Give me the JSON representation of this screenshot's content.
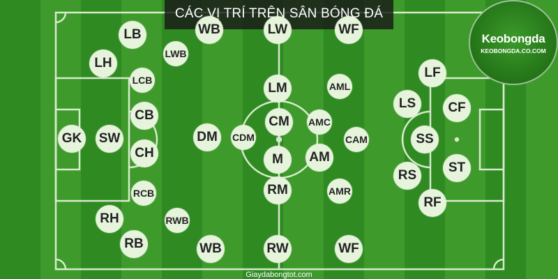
{
  "title": "CÁC VỊ TRÍ TRÊN SÂN BÓNG ĐÁ",
  "logo": {
    "name": "Keobongda",
    "site": "KEOBONGDA.CO.COM"
  },
  "watermark": "Giaydabongtot.com",
  "colors": {
    "pitch_light": "#3e9a2b",
    "pitch_dark": "#2f8a22",
    "line": "#e8f5df",
    "marker": "#e6f4dc",
    "marker_text": "#222222"
  },
  "positions": [
    "LB",
    "WB",
    "LW",
    "WF",
    "LWB",
    "LH",
    "LCB",
    "LM",
    "AML",
    "LF",
    "LS",
    "CF",
    "CB",
    "CM",
    "AMC",
    "GK",
    "SW",
    "DM",
    "CDM",
    "CAM",
    "SS",
    "CH",
    "M",
    "AM",
    "ST",
    "RS",
    "RCB",
    "RM",
    "AMR",
    "RF",
    "RH",
    "RWB",
    "RB",
    "WB",
    "RW",
    "WF"
  ]
}
